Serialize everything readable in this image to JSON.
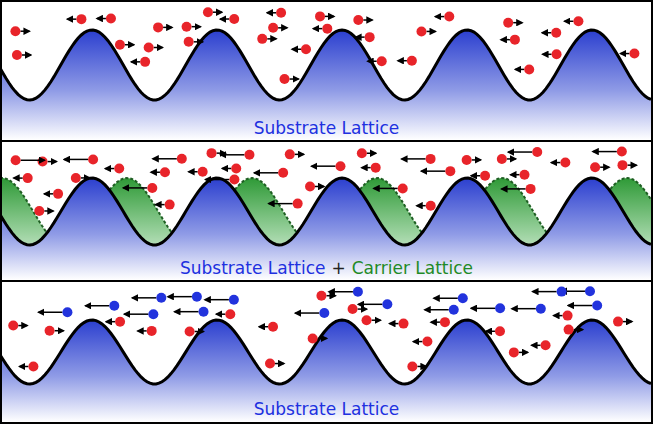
{
  "diagram": {
    "labels": [
      "Substrate Lattice",
      "Substrate Lattice",
      "+",
      "Carrier Lattice",
      "Substrate Lattice"
    ]
  }
}
